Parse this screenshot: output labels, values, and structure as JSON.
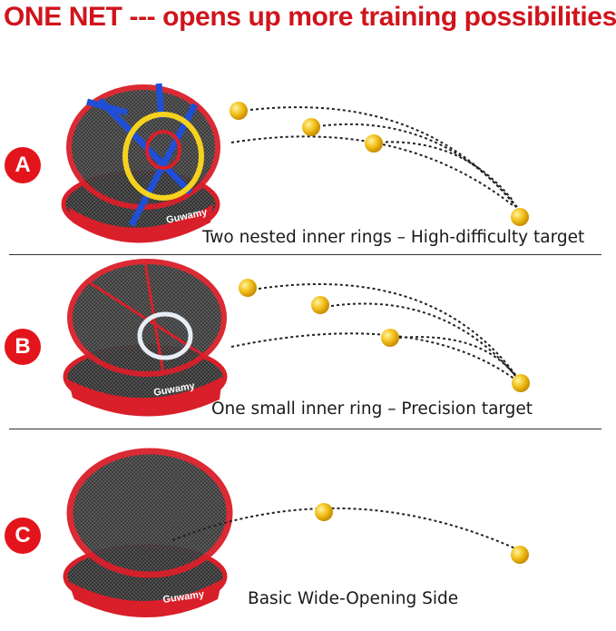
{
  "headline": "ONE NET --- opens up more training possibilities",
  "brand": "Guwamy",
  "colors": {
    "accent_red": "#d0141c",
    "net_red": "#d91f2a",
    "ball_yellow": "#f2c01a",
    "ring_yellow": "#f5d21e",
    "strap_blue": "#1f4fd6"
  },
  "panels": [
    {
      "badge": "A",
      "caption": "Two nested inner rings – High-difficulty target"
    },
    {
      "badge": "B",
      "caption": "One small inner ring – Precision target"
    },
    {
      "badge": "C",
      "caption": "Basic Wide-Opening Side"
    }
  ]
}
